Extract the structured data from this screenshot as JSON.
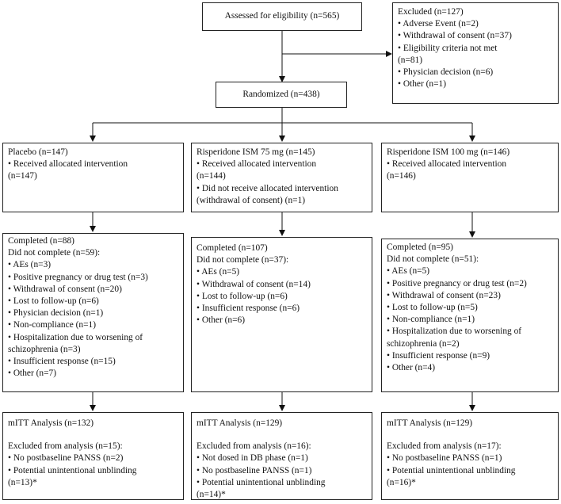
{
  "assessed": "Assessed for eligibility (n=565)",
  "excluded": {
    "title": "Excluded (n=127)",
    "items": [
      "• Adverse Event (n=2)",
      "• Withdrawal of consent (n=37)",
      "• Eligibility criteria not met",
      "(n=81)",
      "• Physician decision (n=6)",
      "• Other (n=1)"
    ]
  },
  "randomized": "Randomized (n=438)",
  "arms": [
    {
      "allocation": [
        "Placebo (n=147)",
        "• Received allocated intervention",
        "(n=147)"
      ],
      "completion": [
        "Completed (n=88)",
        "Did not complete (n=59):",
        "• AEs (n=3)",
        "• Positive pregnancy or drug test (n=3)",
        "• Withdrawal of consent (n=20)",
        "• Lost to follow-up (n=6)",
        "• Physician decision (n=1)",
        "• Non-compliance (n=1)",
        "• Hospitalization due to worsening of",
        "schizophrenia (n=3)",
        "• Insufficient response (n=15)",
        "• Other (n=7)"
      ],
      "analysis": {
        "title": "mITT Analysis (n=132)",
        "lines": [
          "Excluded from analysis (n=15):",
          "• No postbaseline PANSS (n=2)",
          "• Potential unintentional unblinding",
          "(n=13)*"
        ]
      }
    },
    {
      "allocation": [
        "Risperidone ISM 75 mg (n=145)",
        "• Received allocated intervention",
        "(n=144)",
        "• Did not receive allocated intervention",
        "(withdrawal of consent) (n=1)"
      ],
      "completion": [
        "Completed  (n=107)",
        "Did not complete (n=37):",
        "• AEs (n=5)",
        "• Withdrawal of consent (n=14)",
        "• Lost to follow-up (n=6)",
        "• Insufficient response (n=6)",
        "• Other (n=6)"
      ],
      "analysis": {
        "title": "mITT Analysis (n=129)",
        "lines": [
          "Excluded from analysis (n=16):",
          "• Not dosed in DB phase (n=1)",
          "• No postbaseline PANSS (n=1)",
          "• Potential unintentional unblinding",
          "(n=14)*"
        ]
      }
    },
    {
      "allocation": [
        "Risperidone ISM 100 mg (n=146)",
        "• Received allocated intervention",
        "(n=146)"
      ],
      "completion": [
        "Completed (n=95)",
        "Did not complete (n=51):",
        "• AEs (n=5)",
        "• Positive pregnancy or drug test (n=2)",
        "• Withdrawal of consent (n=23)",
        "• Lost to follow-up (n=5)",
        "• Non-compliance (n=1)",
        "• Hospitalization due to worsening of",
        "schizophrenia (n=2)",
        "• Insufficient response (n=9)",
        "• Other (n=4)"
      ],
      "analysis": {
        "title": "mITT Analysis (n=129)",
        "lines": [
          "Excluded from analysis (n=17):",
          "• No postbaseline PANSS (n=1)",
          "• Potential unintentional unblinding",
          "(n=16)*"
        ]
      }
    }
  ]
}
